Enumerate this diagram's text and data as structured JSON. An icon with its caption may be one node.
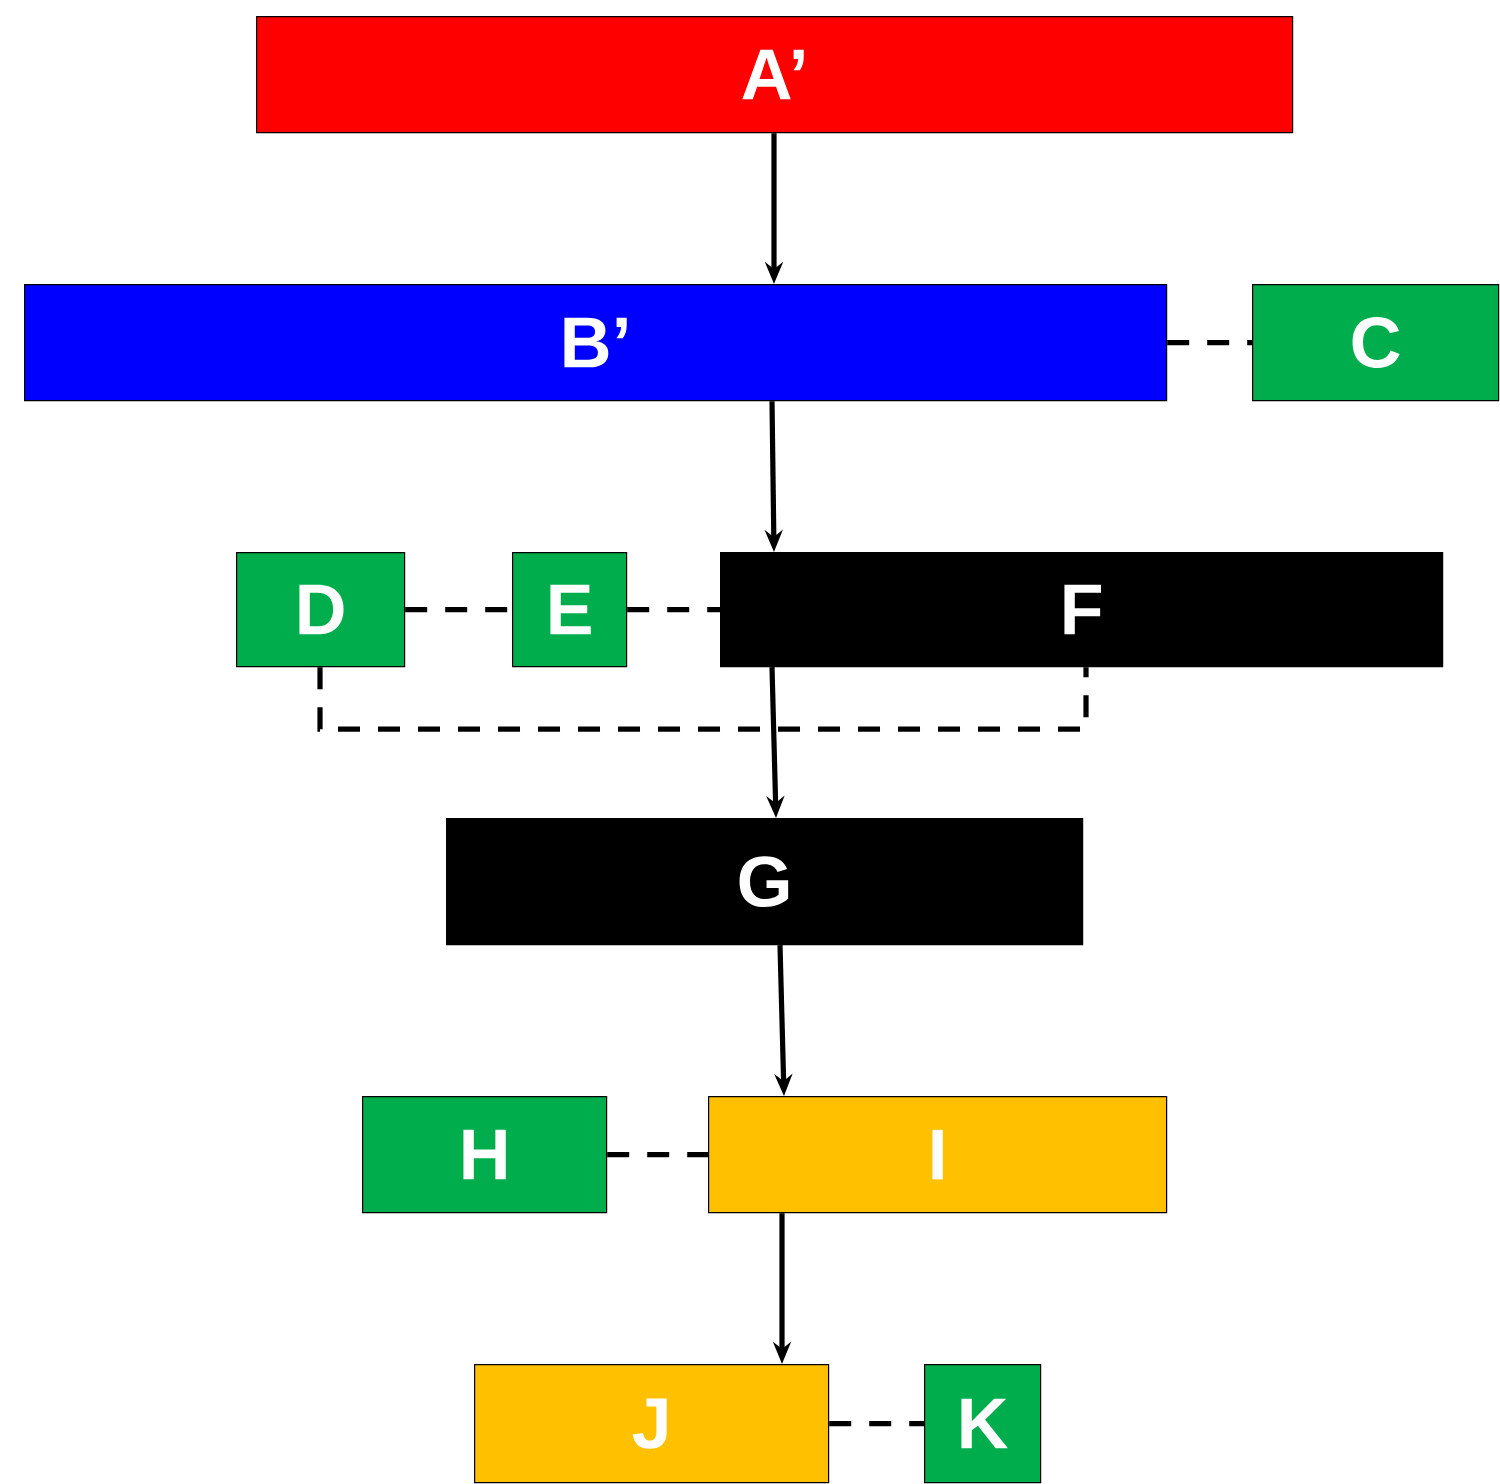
{
  "diagram": {
    "nodes": [
      {
        "text": [
          "A’"
        ]
      },
      {
        "text": [
          "B’"
        ]
      },
      {
        "text": [
          "C"
        ]
      },
      {
        "text": [
          "D"
        ]
      },
      {
        "text": [
          "E"
        ]
      },
      {
        "text": [
          "F"
        ]
      },
      {
        "text": [
          "G"
        ]
      },
      {
        "text": [
          "H"
        ]
      },
      {
        "text": [
          "I"
        ]
      },
      {
        "text": [
          "J"
        ]
      },
      {
        "text": [
          "K"
        ]
      }
    ],
    "edges": [
      {
        "from": 0,
        "to": 1,
        "arrow": "to"
      },
      {
        "from": 1,
        "to": 2,
        "arrow": "none",
        "style": "dashed"
      },
      {
        "from": 1,
        "to": 5,
        "arrow": "to"
      },
      {
        "from": 3,
        "to": 4,
        "arrow": "none",
        "style": "dashed"
      },
      {
        "from": 4,
        "to": 5,
        "arrow": "none",
        "style": "dashed"
      },
      {
        "from": 3,
        "to": 5,
        "arrow": "none",
        "style": "dashed"
      },
      {
        "from": 5,
        "to": 6,
        "arrow": "to"
      },
      {
        "from": 7,
        "to": 8,
        "arrow": "none",
        "style": "dashed"
      },
      {
        "from": 6,
        "to": 8,
        "arrow": "to"
      },
      {
        "from": 8,
        "to": 9,
        "arrow": "to"
      },
      {
        "from": 9,
        "to": 10,
        "arrow": "none",
        "style": "dashed"
      }
    ]
  }
}
